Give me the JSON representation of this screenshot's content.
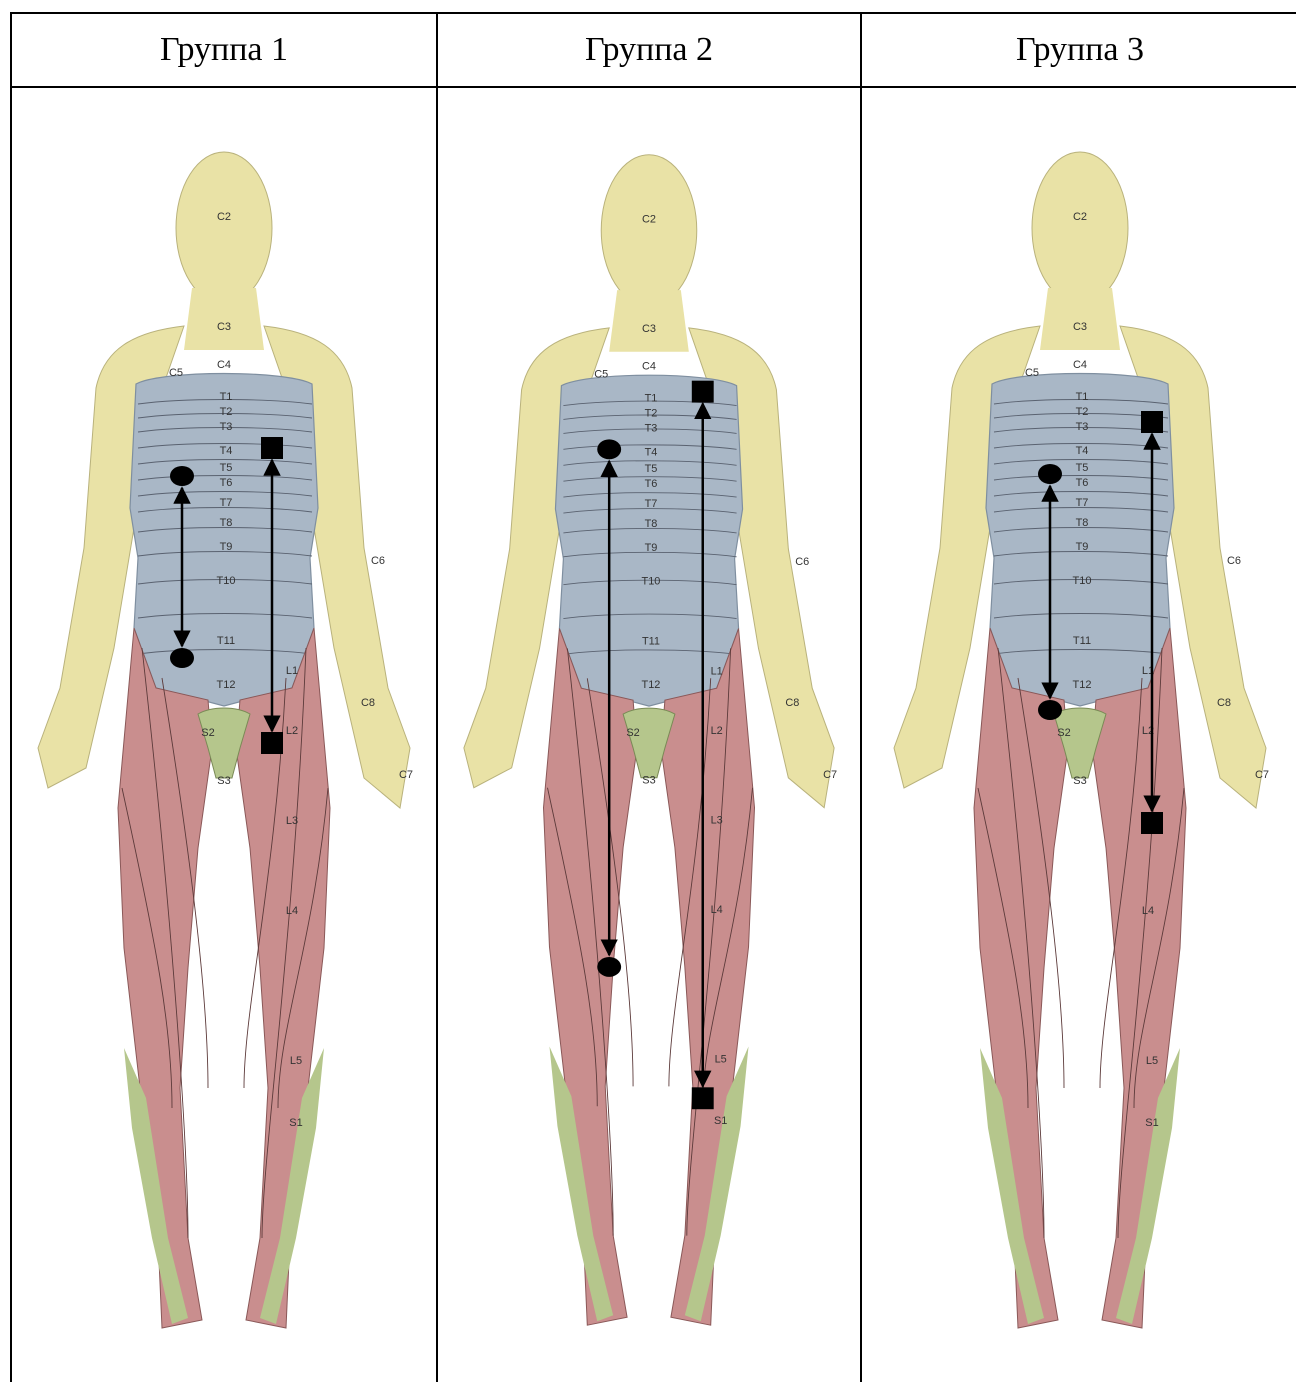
{
  "table": {
    "headers": [
      "Группа 1",
      "Группа 2",
      "Группа 3"
    ]
  },
  "dermatome_labels": {
    "c2": "C2",
    "c3": "C3",
    "c4": "C4",
    "c5": "C5",
    "c6": "C6",
    "c7": "C7",
    "c8": "C8",
    "t1": "T1",
    "t2": "T2",
    "t3": "T3",
    "t4": "T4",
    "t5": "T5",
    "t6": "T6",
    "t7": "T7",
    "t8": "T8",
    "t9": "T9",
    "t10": "T10",
    "t11": "T11",
    "t12": "T12",
    "l1": "L1",
    "l2": "L2",
    "l3": "L3",
    "l4": "L4",
    "l5": "L5",
    "s1": "S1",
    "s2": "S2",
    "s3": "S3"
  },
  "colors": {
    "cervical": "#e9e2a6",
    "thoracic": "#a9b7c6",
    "lumbar": "#c98e8e",
    "sacral": "#b5c68c",
    "marker": "#000000"
  }
}
